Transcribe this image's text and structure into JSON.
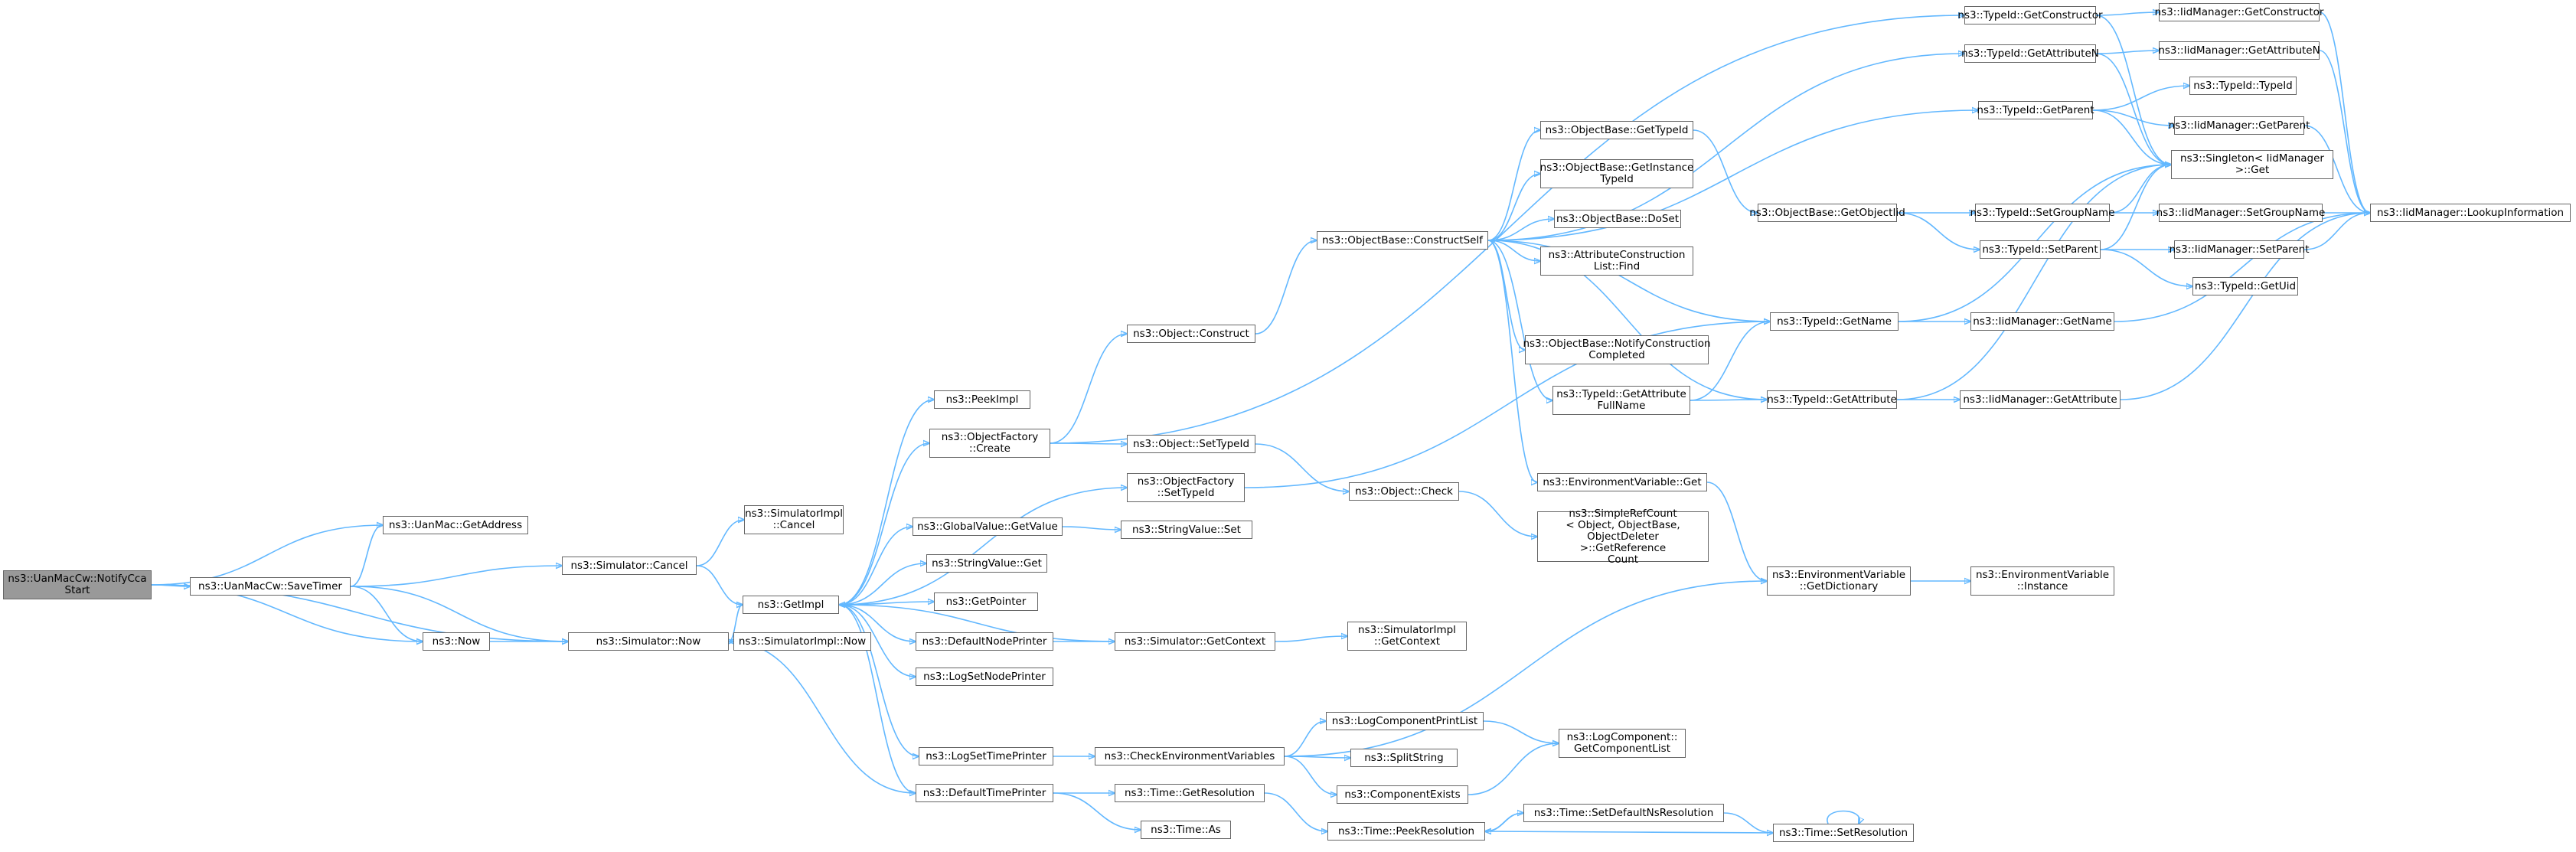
{
  "graph": {
    "root": "n0",
    "colors": {
      "edge": "#63B8FF",
      "root_fill": "#999999",
      "node_border": "#666666"
    },
    "nodes": [
      {
        "id": "n0",
        "label": "ns3::UanMacCw::NotifyCca\nStart"
      },
      {
        "id": "n1",
        "label": "ns3::UanMac::GetAddress"
      },
      {
        "id": "n2",
        "label": "ns3::UanMacCw::SaveTimer"
      },
      {
        "id": "n3",
        "label": "ns3::Now"
      },
      {
        "id": "n4",
        "label": "ns3::Simulator::Now"
      },
      {
        "id": "n5",
        "label": "ns3::Simulator::Cancel"
      },
      {
        "id": "n6",
        "label": "ns3::SimulatorImpl\n::Cancel"
      },
      {
        "id": "n7",
        "label": "ns3::GetImpl"
      },
      {
        "id": "n8",
        "label": "ns3::SimulatorImpl::Now"
      },
      {
        "id": "n9",
        "label": "ns3::PeekImpl"
      },
      {
        "id": "n10",
        "label": "ns3::ObjectFactory\n::Create"
      },
      {
        "id": "n11",
        "label": "ns3::GlobalValue::GetValue"
      },
      {
        "id": "n12",
        "label": "ns3::StringValue::Get"
      },
      {
        "id": "n13",
        "label": "ns3::GetPointer"
      },
      {
        "id": "n14",
        "label": "ns3::DefaultNodePrinter"
      },
      {
        "id": "n15",
        "label": "ns3::LogSetNodePrinter"
      },
      {
        "id": "n16",
        "label": "ns3::LogSetTimePrinter"
      },
      {
        "id": "n17",
        "label": "ns3::DefaultTimePrinter"
      },
      {
        "id": "n18",
        "label": "ns3::Object::Construct"
      },
      {
        "id": "n19",
        "label": "ns3::Object::SetTypeId"
      },
      {
        "id": "n20",
        "label": "ns3::ObjectFactory\n::SetTypeId"
      },
      {
        "id": "n21",
        "label": "ns3::StringValue::Set"
      },
      {
        "id": "n22",
        "label": "ns3::Simulator::GetContext"
      },
      {
        "id": "n23",
        "label": "ns3::CheckEnvironmentVariables"
      },
      {
        "id": "n24",
        "label": "ns3::Time::GetResolution"
      },
      {
        "id": "n25",
        "label": "ns3::Time::As"
      },
      {
        "id": "n26",
        "label": "ns3::ObjectBase::ConstructSelf"
      },
      {
        "id": "n27",
        "label": "ns3::Object::Check"
      },
      {
        "id": "n28",
        "label": "ns3::SimulatorImpl\n::GetContext"
      },
      {
        "id": "n29",
        "label": "ns3::LogComponentPrintList"
      },
      {
        "id": "n30",
        "label": "ns3::SplitString"
      },
      {
        "id": "n31",
        "label": "ns3::ComponentExists"
      },
      {
        "id": "n32",
        "label": "ns3::Time::PeekResolution"
      },
      {
        "id": "n33",
        "label": "ns3::ObjectBase::GetTypeId"
      },
      {
        "id": "n34",
        "label": "ns3::ObjectBase::GetInstance\nTypeId"
      },
      {
        "id": "n35",
        "label": "ns3::ObjectBase::DoSet"
      },
      {
        "id": "n36",
        "label": "ns3::AttributeConstruction\nList::Find"
      },
      {
        "id": "n37",
        "label": "ns3::ObjectBase::NotifyConstruction\nCompleted"
      },
      {
        "id": "n38",
        "label": "ns3::TypeId::GetAttribute\nFullName"
      },
      {
        "id": "n39",
        "label": "ns3::EnvironmentVariable::Get"
      },
      {
        "id": "n40",
        "label": "ns3::SimpleRefCount\n< Object, ObjectBase,\nObjectDeleter >::GetReference\nCount"
      },
      {
        "id": "n41",
        "label": "ns3::LogComponent::\nGetComponentList"
      },
      {
        "id": "n42",
        "label": "ns3::Time::SetDefaultNsResolution"
      },
      {
        "id": "n43",
        "label": "ns3::TypeId::GetConstructor"
      },
      {
        "id": "n44",
        "label": "ns3::TypeId::GetAttributeN"
      },
      {
        "id": "n45",
        "label": "ns3::TypeId::GetParent"
      },
      {
        "id": "n46",
        "label": "ns3::ObjectBase::GetObjectIid"
      },
      {
        "id": "n47",
        "label": "ns3::TypeId::GetName"
      },
      {
        "id": "n48",
        "label": "ns3::TypeId::GetAttribute"
      },
      {
        "id": "n49",
        "label": "ns3::EnvironmentVariable\n::GetDictionary"
      },
      {
        "id": "n50",
        "label": "ns3::Time::SetResolution"
      },
      {
        "id": "n51",
        "label": "ns3::TypeId::SetGroupName"
      },
      {
        "id": "n52",
        "label": "ns3::TypeId::SetParent"
      },
      {
        "id": "n53",
        "label": "ns3::IidManager::GetName"
      },
      {
        "id": "n54",
        "label": "ns3::IidManager::GetAttribute"
      },
      {
        "id": "n55",
        "label": "ns3::EnvironmentVariable\n::Instance"
      },
      {
        "id": "n56",
        "label": "ns3::IidManager::GetConstructor"
      },
      {
        "id": "n57",
        "label": "ns3::IidManager::GetAttributeN"
      },
      {
        "id": "n58",
        "label": "ns3::TypeId::TypeId"
      },
      {
        "id": "n59",
        "label": "ns3::IidManager::GetParent"
      },
      {
        "id": "n60",
        "label": "ns3::Singleton< IidManager\n>::Get"
      },
      {
        "id": "n61",
        "label": "ns3::IidManager::SetGroupName"
      },
      {
        "id": "n62",
        "label": "ns3::IidManager::SetParent"
      },
      {
        "id": "n63",
        "label": "ns3::TypeId::GetUid"
      },
      {
        "id": "n64",
        "label": "ns3::IidManager::LookupInformation"
      }
    ],
    "edges": [
      [
        "n0",
        "n1"
      ],
      [
        "n0",
        "n2"
      ],
      [
        "n0",
        "n3"
      ],
      [
        "n0",
        "n4"
      ],
      [
        "n2",
        "n1"
      ],
      [
        "n2",
        "n3"
      ],
      [
        "n2",
        "n4"
      ],
      [
        "n2",
        "n5"
      ],
      [
        "n3",
        "n4"
      ],
      [
        "n4",
        "n7"
      ],
      [
        "n4",
        "n8"
      ],
      [
        "n5",
        "n6"
      ],
      [
        "n5",
        "n7"
      ],
      [
        "n7",
        "n9"
      ],
      [
        "n7",
        "n10"
      ],
      [
        "n7",
        "n11"
      ],
      [
        "n7",
        "n12"
      ],
      [
        "n7",
        "n13"
      ],
      [
        "n7",
        "n14"
      ],
      [
        "n7",
        "n15"
      ],
      [
        "n7",
        "n16"
      ],
      [
        "n7",
        "n17"
      ],
      [
        "n7",
        "n20"
      ],
      [
        "n10",
        "n18"
      ],
      [
        "n10",
        "n19"
      ],
      [
        "n10",
        "n43"
      ],
      [
        "n11",
        "n21"
      ],
      [
        "n14",
        "n22"
      ],
      [
        "n16",
        "n23"
      ],
      [
        "n17",
        "n4"
      ],
      [
        "n17",
        "n24"
      ],
      [
        "n17",
        "n25"
      ],
      [
        "n18",
        "n26"
      ],
      [
        "n19",
        "n27"
      ],
      [
        "n20",
        "n47"
      ],
      [
        "n22",
        "n28"
      ],
      [
        "n22",
        "n7"
      ],
      [
        "n23",
        "n29"
      ],
      [
        "n23",
        "n30"
      ],
      [
        "n23",
        "n31"
      ],
      [
        "n23",
        "n49"
      ],
      [
        "n24",
        "n32"
      ],
      [
        "n26",
        "n33"
      ],
      [
        "n26",
        "n34"
      ],
      [
        "n26",
        "n35"
      ],
      [
        "n26",
        "n36"
      ],
      [
        "n26",
        "n37"
      ],
      [
        "n26",
        "n38"
      ],
      [
        "n26",
        "n39"
      ],
      [
        "n26",
        "n44"
      ],
      [
        "n26",
        "n45"
      ],
      [
        "n26",
        "n47"
      ],
      [
        "n26",
        "n48"
      ],
      [
        "n27",
        "n40"
      ],
      [
        "n29",
        "n41"
      ],
      [
        "n31",
        "n41"
      ],
      [
        "n32",
        "n42"
      ],
      [
        "n33",
        "n46"
      ],
      [
        "n38",
        "n47"
      ],
      [
        "n38",
        "n48"
      ],
      [
        "n39",
        "n49"
      ],
      [
        "n42",
        "n32"
      ],
      [
        "n42",
        "n50"
      ],
      [
        "n43",
        "n56"
      ],
      [
        "n43",
        "n60"
      ],
      [
        "n44",
        "n57"
      ],
      [
        "n44",
        "n60"
      ],
      [
        "n45",
        "n58"
      ],
      [
        "n45",
        "n59"
      ],
      [
        "n45",
        "n60"
      ],
      [
        "n46",
        "n51"
      ],
      [
        "n46",
        "n52"
      ],
      [
        "n47",
        "n53"
      ],
      [
        "n47",
        "n60"
      ],
      [
        "n48",
        "n54"
      ],
      [
        "n48",
        "n60"
      ],
      [
        "n49",
        "n55"
      ],
      [
        "n50",
        "n32"
      ],
      [
        "n50",
        "n50"
      ],
      [
        "n51",
        "n60"
      ],
      [
        "n51",
        "n61"
      ],
      [
        "n52",
        "n60"
      ],
      [
        "n52",
        "n62"
      ],
      [
        "n52",
        "n63"
      ],
      [
        "n53",
        "n64"
      ],
      [
        "n54",
        "n64"
      ],
      [
        "n56",
        "n64"
      ],
      [
        "n57",
        "n64"
      ],
      [
        "n59",
        "n64"
      ],
      [
        "n61",
        "n64"
      ],
      [
        "n62",
        "n64"
      ]
    ]
  }
}
